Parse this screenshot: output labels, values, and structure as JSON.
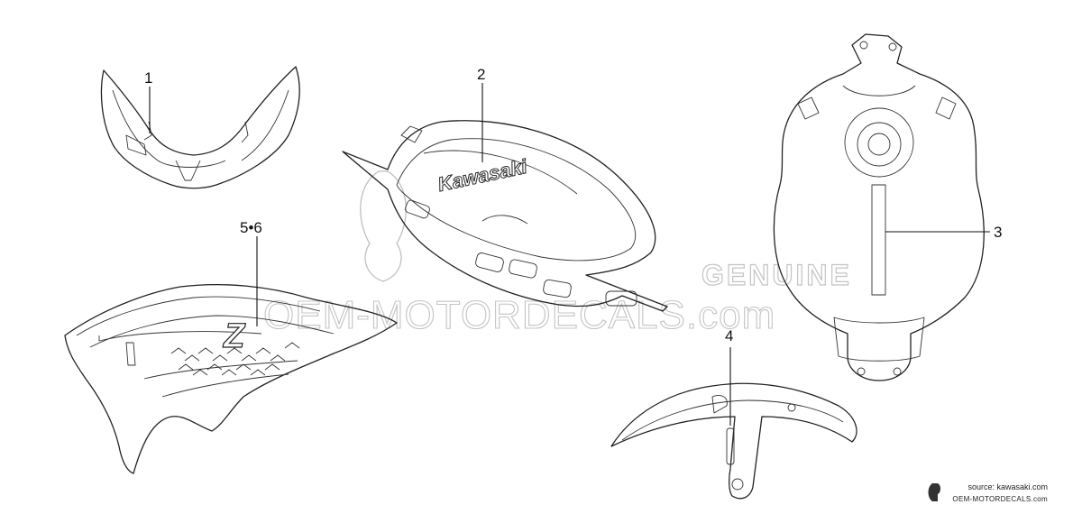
{
  "callouts": {
    "one": "1",
    "two": "2",
    "three": "3",
    "four": "4",
    "five_six": "5•6"
  },
  "decal_text": {
    "tank_logo": "Kawasaki",
    "shroud_logo": "Z"
  },
  "watermark": {
    "top_word": "GENUINE",
    "main_word": "OEM-MOTORDECALS.com"
  },
  "credit": {
    "source": "source: kawasaki.com",
    "site": "OEM-MOTORDECALS.com"
  },
  "colors": {
    "line_art": "#222222",
    "watermark": "#bbbbbb",
    "background": "#ffffff"
  }
}
